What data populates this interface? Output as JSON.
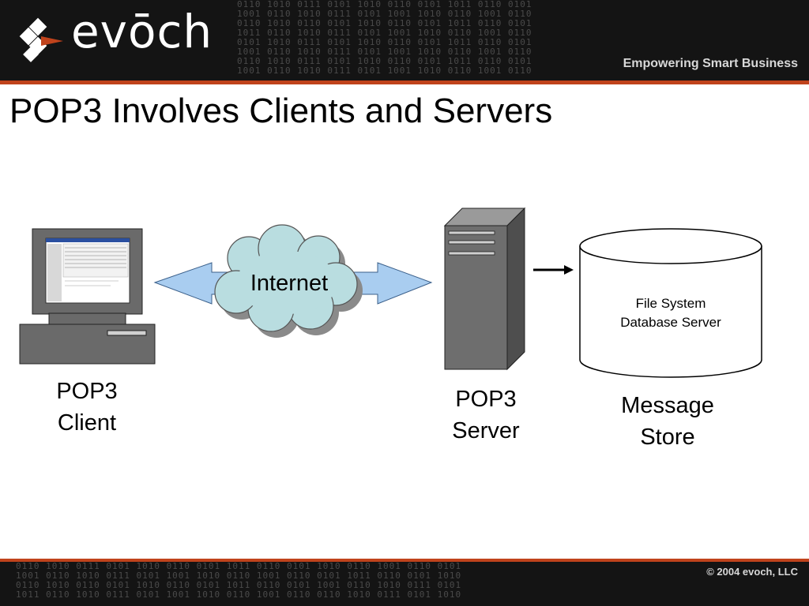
{
  "header": {
    "brand": "evōch",
    "tagline": "Empowering Smart Business"
  },
  "slide": {
    "title": "POP3 Involves Clients and Servers"
  },
  "diagram": {
    "cloud_label": "Internet",
    "client_label_line1": "POP3",
    "client_label_line2": "Client",
    "server_label_line1": "POP3",
    "server_label_line2": "Server",
    "store_label_line1": "Message",
    "store_label_line2": "Store",
    "store_inner_line1": "File System",
    "store_inner_line2": "Database Server"
  },
  "footer": {
    "copyright": "© 2004 evoch, LLC"
  },
  "colors": {
    "accent": "#c0431c",
    "header_bg": "#141414",
    "cloud_fill": "#b9dde0",
    "arrow_fill": "#a9cdf0",
    "server_fill": "#6e6e6e"
  }
}
